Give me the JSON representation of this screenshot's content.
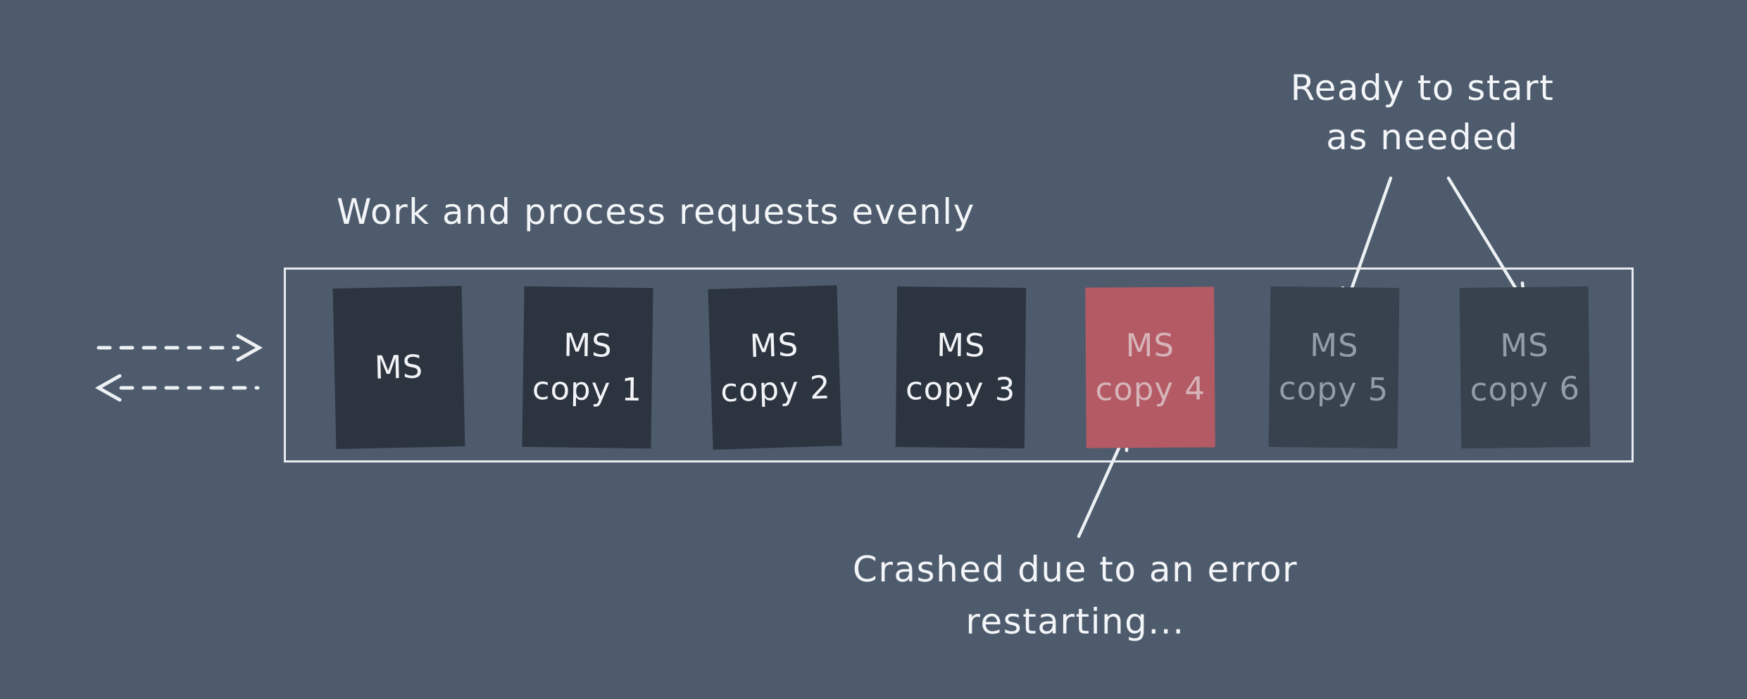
{
  "labels": {
    "work_evenly": "Work and process requests evenly",
    "ready": {
      "line1": "Ready to start",
      "line2": "as needed"
    },
    "crashed": {
      "line1": "Crashed due to an error",
      "line2": "restarting..."
    }
  },
  "cluster": {
    "boxes": [
      {
        "line1": "MS",
        "line2": "",
        "state": "running"
      },
      {
        "line1": "MS",
        "line2": "copy 1",
        "state": "running"
      },
      {
        "line1": "MS",
        "line2": "copy 2",
        "state": "running"
      },
      {
        "line1": "MS",
        "line2": "copy 3",
        "state": "running"
      },
      {
        "line1": "MS",
        "line2": "copy 4",
        "state": "crashed"
      },
      {
        "line1": "MS",
        "line2": "copy 5",
        "state": "standby"
      },
      {
        "line1": "MS",
        "line2": "copy 6",
        "state": "standby"
      }
    ]
  },
  "colors": {
    "background": "#4d5b6c",
    "box_running": "#2c3440",
    "box_crashed": "#b45a64",
    "box_standby": "#38424e",
    "text_primary": "#f3f5f8",
    "text_crashed": "#d6b3b9",
    "text_standby": "#939daa",
    "frame_border": "#e9ecef",
    "arrow_stroke": "#eef1f4"
  }
}
